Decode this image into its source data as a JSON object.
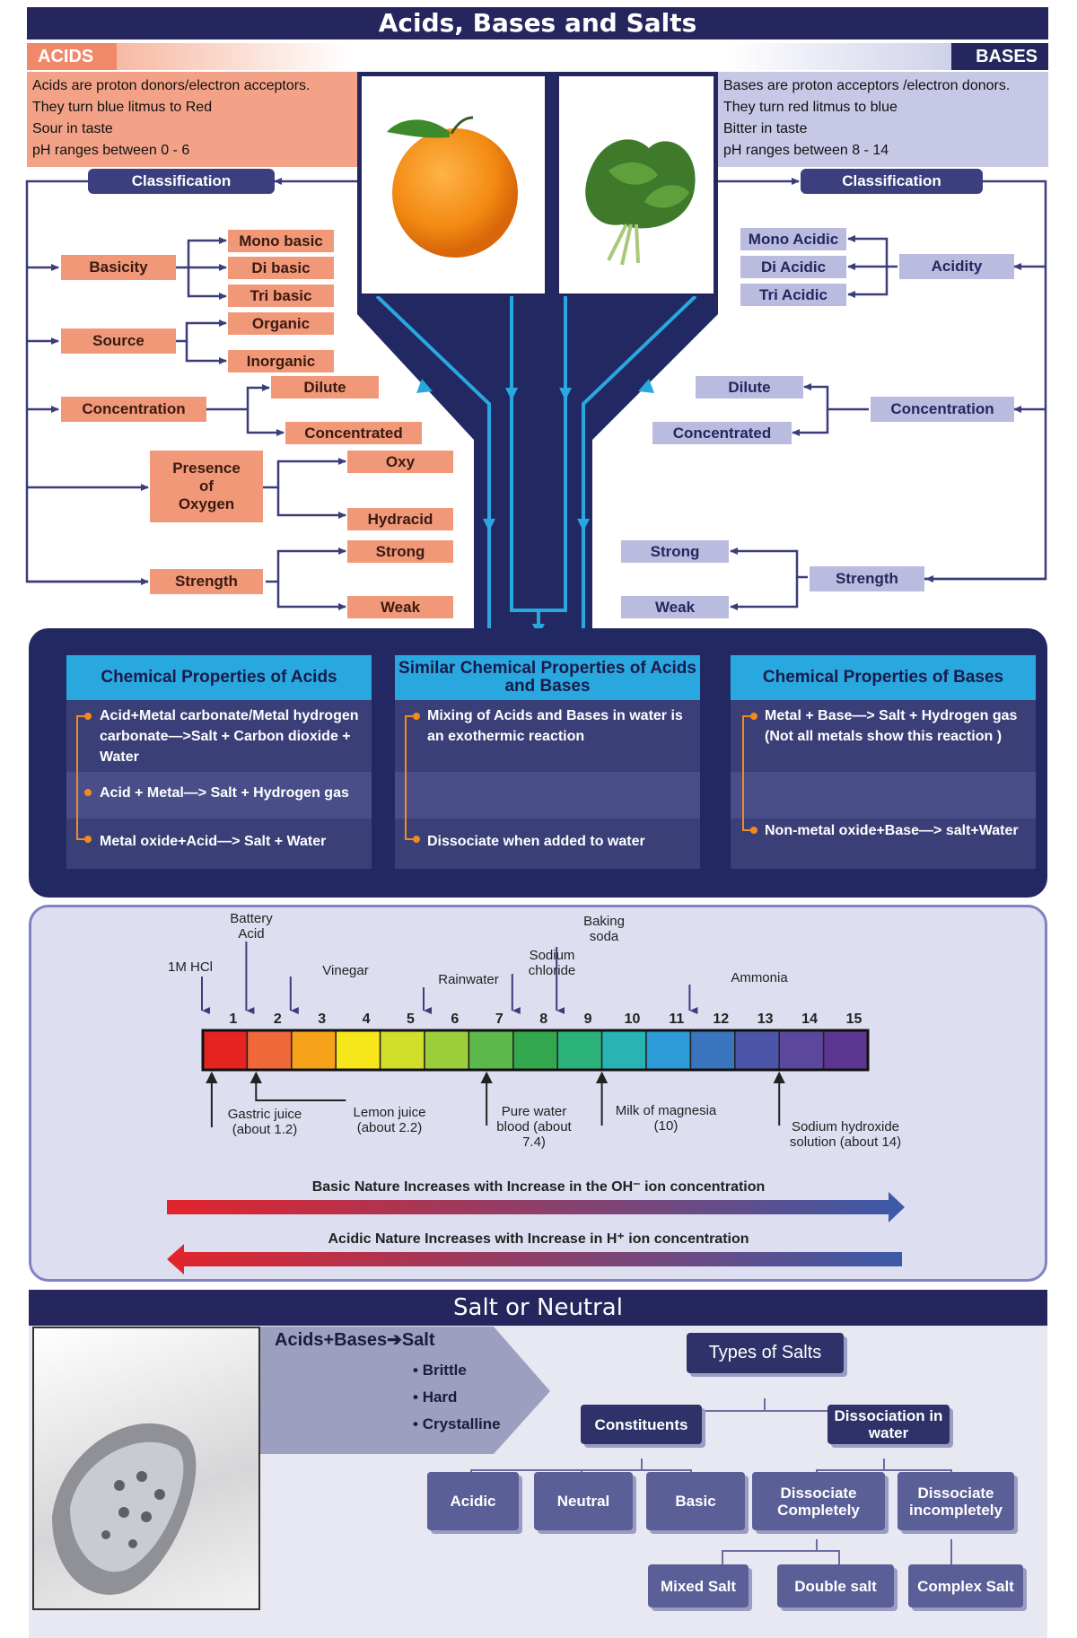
{
  "title": "Acids, Bases and Salts",
  "acids": {
    "header": "ACIDS",
    "description": [
      "Acids are proton donors/electron acceptors.",
      "They turn blue litmus to Red",
      "Sour in taste",
      "pH ranges between 0 - 6"
    ],
    "classification": "Classification",
    "basicity": {
      "label": "Basicity",
      "items": [
        "Mono basic",
        "Di basic",
        "Tri basic"
      ]
    },
    "source": {
      "label": "Source",
      "items": [
        "Organic",
        "Inorganic"
      ]
    },
    "concentration": {
      "label": "Concentration",
      "items": [
        "Dilute",
        "Concentrated"
      ]
    },
    "presence_of_oxygen": {
      "label_lines": [
        "Presence",
        "of",
        "Oxygen"
      ],
      "items": [
        "Oxy",
        "Hydracid"
      ]
    },
    "strength": {
      "label": "Strength",
      "items": [
        "Strong",
        "Weak"
      ]
    }
  },
  "bases": {
    "header": "BASES",
    "description": [
      "Bases are proton acceptors /electron donors.",
      "They turn red litmus to blue",
      "Bitter in taste",
      "pH ranges between 8 - 14"
    ],
    "classification": "Classification",
    "acidity": {
      "label": "Acidity",
      "items": [
        "Mono Acidic",
        "Di Acidic",
        "Tri Acidic"
      ]
    },
    "concentration": {
      "label": "Concentration",
      "items": [
        "Dilute",
        "Concentrated"
      ]
    },
    "strength": {
      "label": "Strength",
      "items": [
        "Strong",
        "Weak"
      ]
    }
  },
  "properties": {
    "acids": {
      "title": "Chemical Properties of Acids",
      "items": [
        "Acid+Metal carbonate/Metal hydrogen carbonate—>Salt + Carbon dioxide + Water",
        "Acid + Metal—> Salt + Hydrogen gas",
        "Metal oxide+Acid—> Salt + Water"
      ]
    },
    "similar": {
      "title": "Similar Chemical Properties of Acids and Bases",
      "items": [
        "Mixing of Acids and Bases in water is an exothermic reaction",
        "Dissociate when added to water"
      ]
    },
    "bases": {
      "title": "Chemical Properties of Bases",
      "items": [
        "Metal + Base—> Salt + Hydrogen gas (Not all metals show this reaction )",
        "Non-metal oxide+Base—> salt+Water"
      ]
    }
  },
  "ph_scale": {
    "numbers": [
      "1",
      "2",
      "3",
      "4",
      "5",
      "6",
      "7",
      "8",
      "9",
      "10",
      "11",
      "12",
      "13",
      "14",
      "15"
    ],
    "colors": [
      "#e52421",
      "#f0673a",
      "#f7a21b",
      "#f6e61a",
      "#d2df2a",
      "#9cce3b",
      "#5cb84a",
      "#33a74d",
      "#2ab27a",
      "#27b4b3",
      "#2c9bd8",
      "#3a73be",
      "#4c56a8",
      "#5b489e",
      "#5d3694"
    ],
    "top_labels": [
      {
        "text": "1M HCl",
        "ph": "1"
      },
      {
        "text": "Battery Acid",
        "ph": "2"
      },
      {
        "text": "Vinegar",
        "ph": "3"
      },
      {
        "text": "Rainwater",
        "ph": "6"
      },
      {
        "text": "Sodium chloride",
        "ph": "8"
      },
      {
        "text": "Baking soda",
        "ph": "9"
      },
      {
        "text": "Ammonia",
        "ph": "12"
      }
    ],
    "bottom_labels": [
      {
        "text": "Gastric juice (about 1.2)",
        "ph": "1.2"
      },
      {
        "text": "Lemon juice (about 2.2)",
        "ph": "2.2"
      },
      {
        "text": "Pure water blood (about 7.4)",
        "ph": "7.4"
      },
      {
        "text": "Milk of magnesia (10)",
        "ph": "10"
      },
      {
        "text": "Sodium hydroxide solution (about 14)",
        "ph": "14"
      }
    ],
    "basic_arrow": "Basic Nature Increases with Increase in the OH⁻ ion concentration",
    "acidic_arrow": "Acidic Nature  Increases with Increase in H⁺ ion concentration"
  },
  "salt": {
    "title": "Salt or Neutral",
    "formula": "Acids+Bases➔Salt",
    "properties": [
      "Brittle",
      "Hard",
      "Crystalline"
    ],
    "types_title": "Types of Salts",
    "constituents": {
      "label": "Constituents",
      "items": [
        "Acidic",
        "Neutral",
        "Basic"
      ]
    },
    "dissociation": {
      "label": "Dissociation in water",
      "items": [
        "Dissociate Completely",
        "Dissociate incompletely"
      ]
    },
    "complete_items": [
      "Mixed Salt",
      "Double salt"
    ],
    "incomplete_items": [
      "Complex Salt"
    ]
  }
}
